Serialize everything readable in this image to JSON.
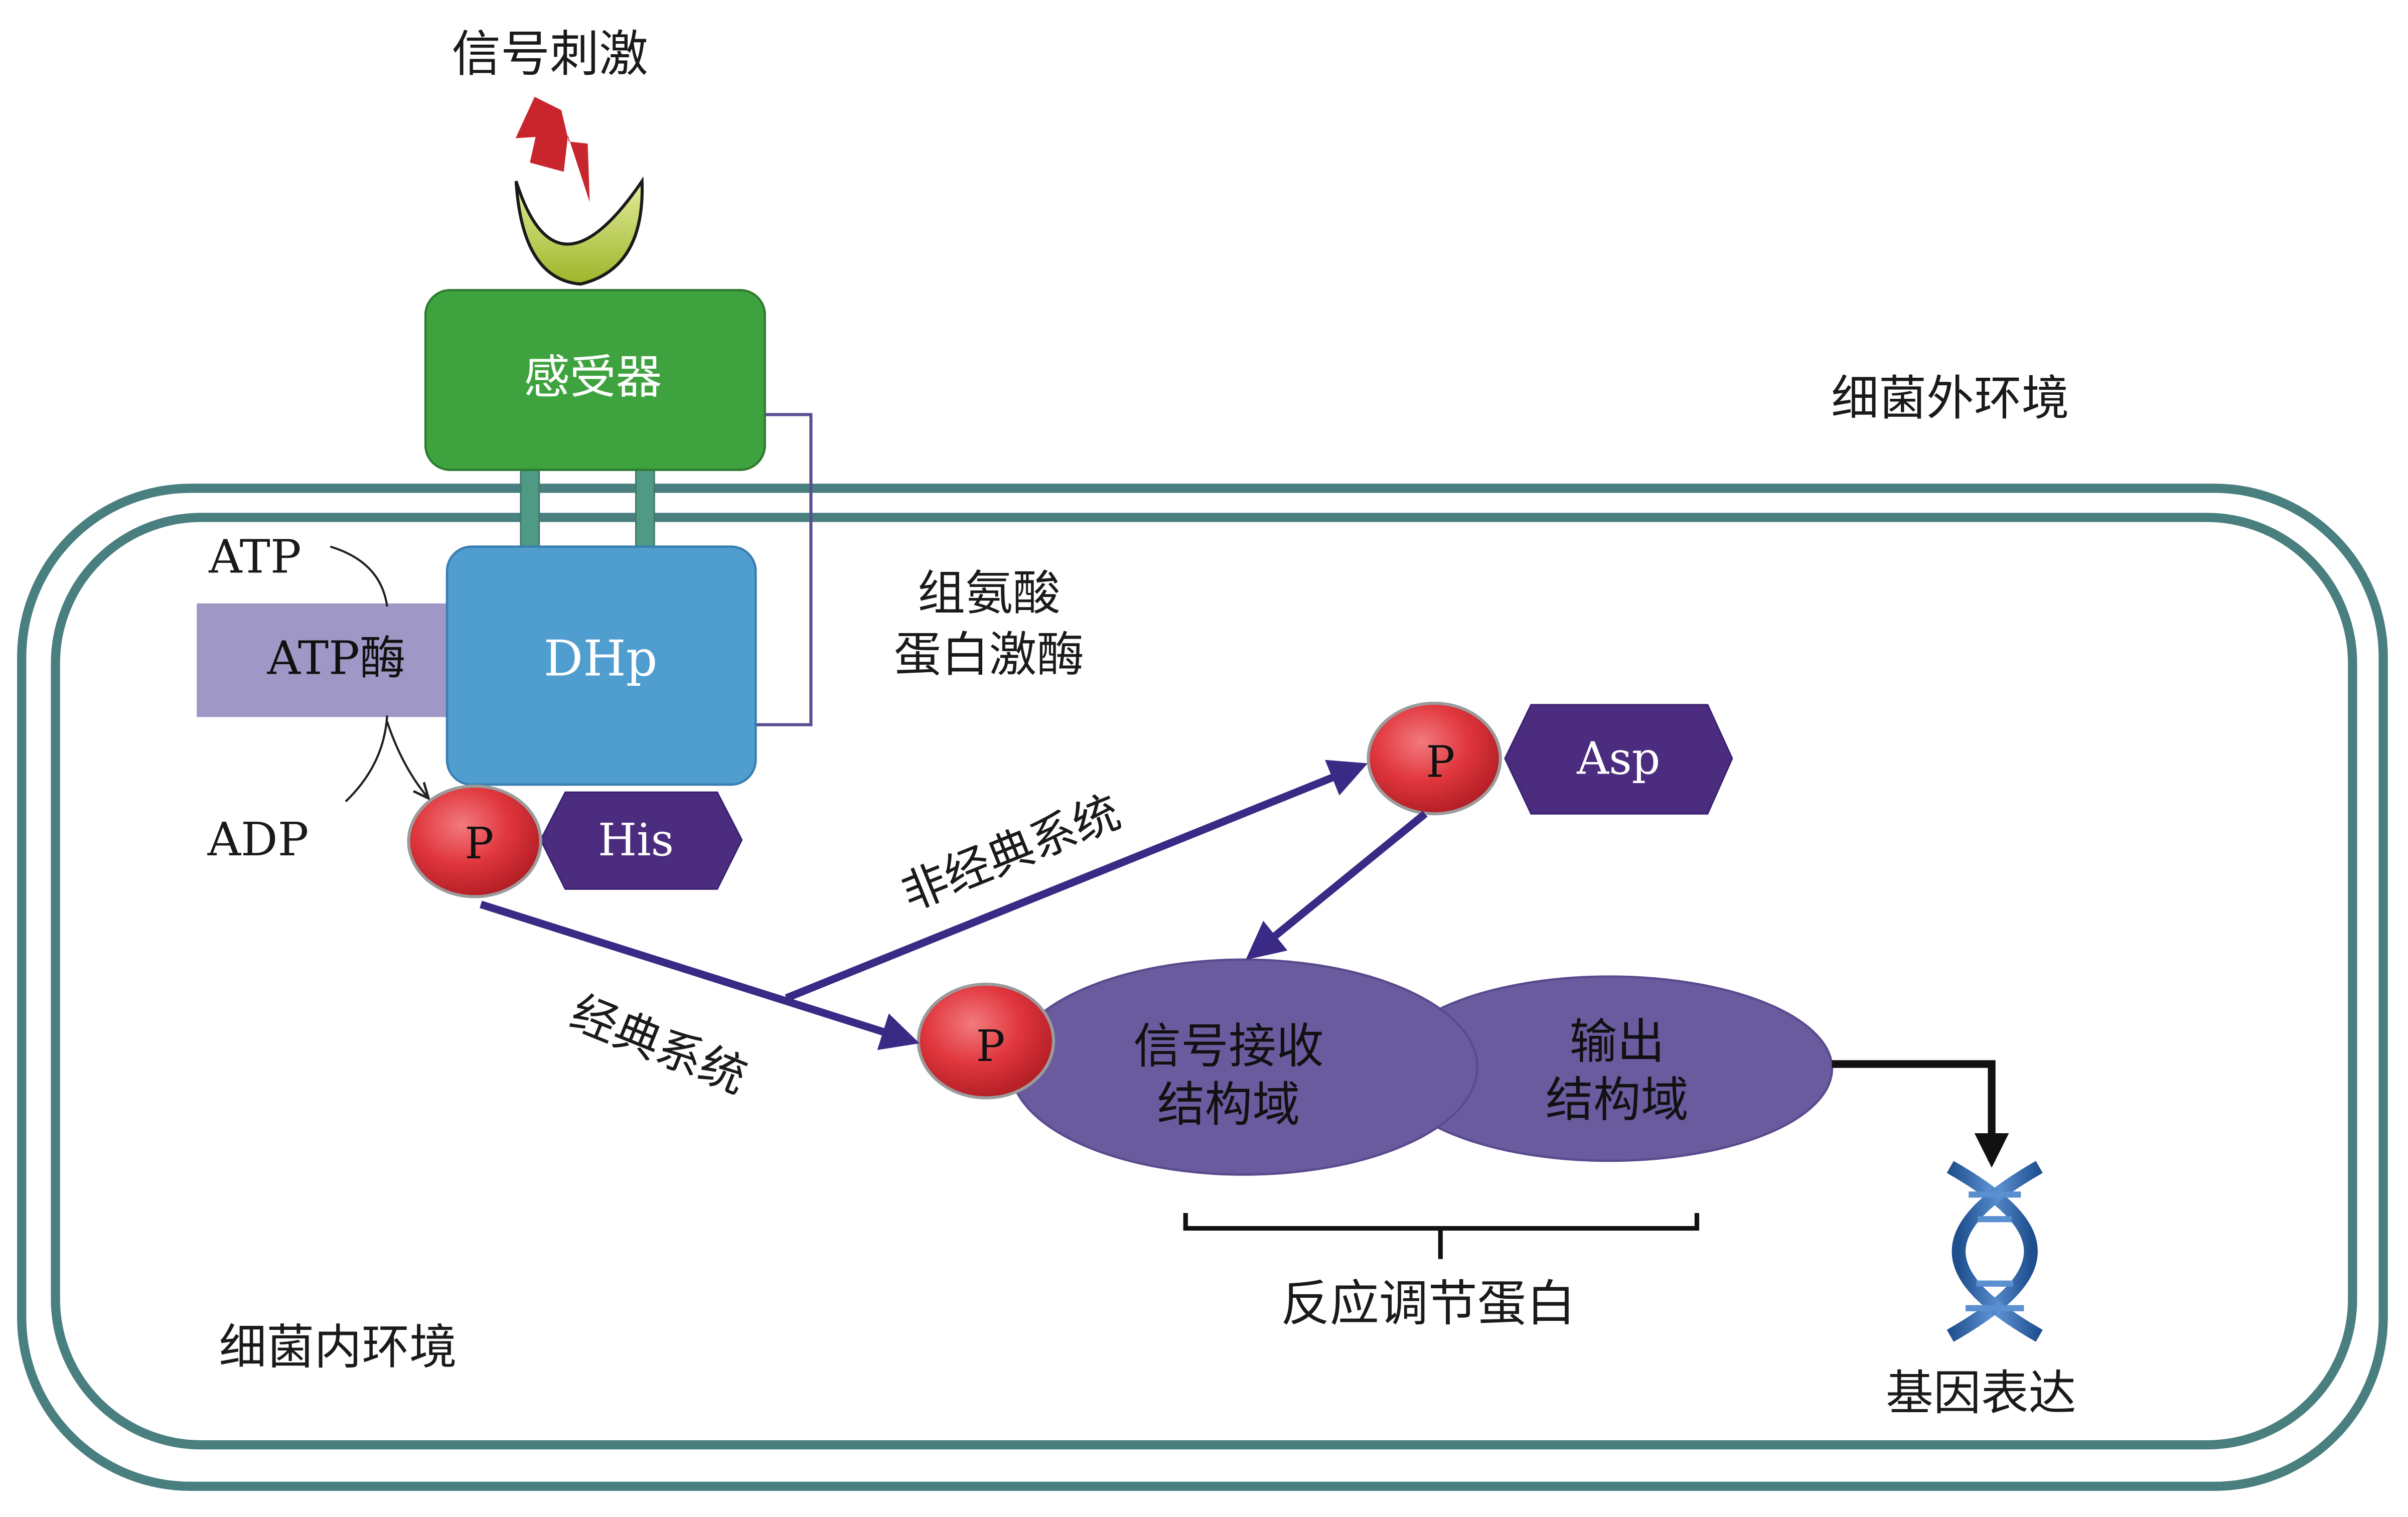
{
  "labels": {
    "signal_stimulus": "信号刺激",
    "sensor": "感受器",
    "extracellular_env": "细菌外环境",
    "histidine_kinase_line1": "组氨酸",
    "histidine_kinase_line2": "蛋白激酶",
    "atp": "ATP",
    "atpase": "ATP酶",
    "dhp": "DHp",
    "adp": "ADP",
    "p_his": "P",
    "his": "His",
    "p_asp": "P",
    "asp": "Asp",
    "noncanonical_system": "非经典系统",
    "canonical_system": "经典系统",
    "p_receiver": "P",
    "receiver_domain_line1": "信号接收",
    "receiver_domain_line2": "结构域",
    "output_domain_line1": "输出",
    "output_domain_line2": "结构域",
    "response_regulator": "反应调节蛋白",
    "intracellular_env": "细菌内环境",
    "gene_expression": "基因表达"
  },
  "colors": {
    "membrane": "#4a7f80",
    "sensor": "#3ea33f",
    "dhp": "#4f9ecf",
    "atpase": "#9f97c5",
    "phosphate": "#e0363d",
    "his_asp": "#4b2c7f",
    "response_regulator": "#6a5b9f",
    "arrow": "#3b2a85",
    "ligand": "#b9cc3a",
    "lightning": "#c8262c",
    "dna": "#2a5e9e"
  },
  "icons": [
    "lightning-bolt-icon",
    "ligand-crescent-icon",
    "dna-helix-icon"
  ]
}
